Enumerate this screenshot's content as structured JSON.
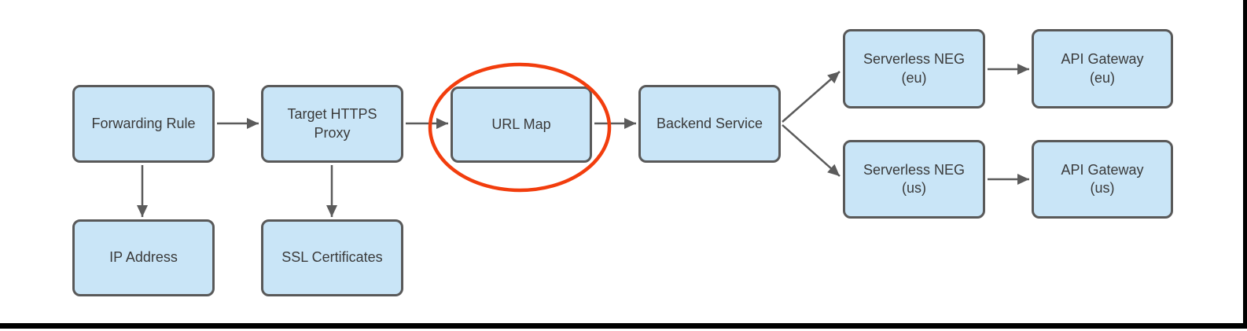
{
  "diagram": {
    "type": "flowchart",
    "nodes": [
      {
        "id": "forwarding-rule",
        "label": "Forwarding Rule"
      },
      {
        "id": "target-https-proxy",
        "label": "Target HTTPS\nProxy"
      },
      {
        "id": "url-map",
        "label": "URL Map"
      },
      {
        "id": "backend-service",
        "label": "Backend Service"
      },
      {
        "id": "serverless-neg-eu",
        "label": "Serverless NEG\n(eu)"
      },
      {
        "id": "api-gateway-eu",
        "label": "API Gateway\n(eu)"
      },
      {
        "id": "serverless-neg-us",
        "label": "Serverless NEG\n(us)"
      },
      {
        "id": "api-gateway-us",
        "label": "API Gateway\n(us)"
      },
      {
        "id": "ip-address",
        "label": "IP Address"
      },
      {
        "id": "ssl-certificates",
        "label": "SSL Certificates"
      }
    ],
    "edges": [
      {
        "from": "forwarding-rule",
        "to": "target-https-proxy"
      },
      {
        "from": "target-https-proxy",
        "to": "url-map"
      },
      {
        "from": "url-map",
        "to": "backend-service"
      },
      {
        "from": "backend-service",
        "to": "serverless-neg-eu"
      },
      {
        "from": "backend-service",
        "to": "serverless-neg-us"
      },
      {
        "from": "serverless-neg-eu",
        "to": "api-gateway-eu"
      },
      {
        "from": "serverless-neg-us",
        "to": "api-gateway-us"
      },
      {
        "from": "forwarding-rule",
        "to": "ip-address"
      },
      {
        "from": "target-https-proxy",
        "to": "ssl-certificates"
      }
    ],
    "highlight": {
      "shape": "ellipse",
      "around": "url-map",
      "color": "#F23D0D"
    },
    "colors": {
      "node_fill": "#C9E5F7",
      "node_border": "#595959",
      "arrow": "#5B5B5B",
      "text": "#3A3A3A",
      "highlight": "#F23D0D",
      "frame": "#000000"
    }
  }
}
